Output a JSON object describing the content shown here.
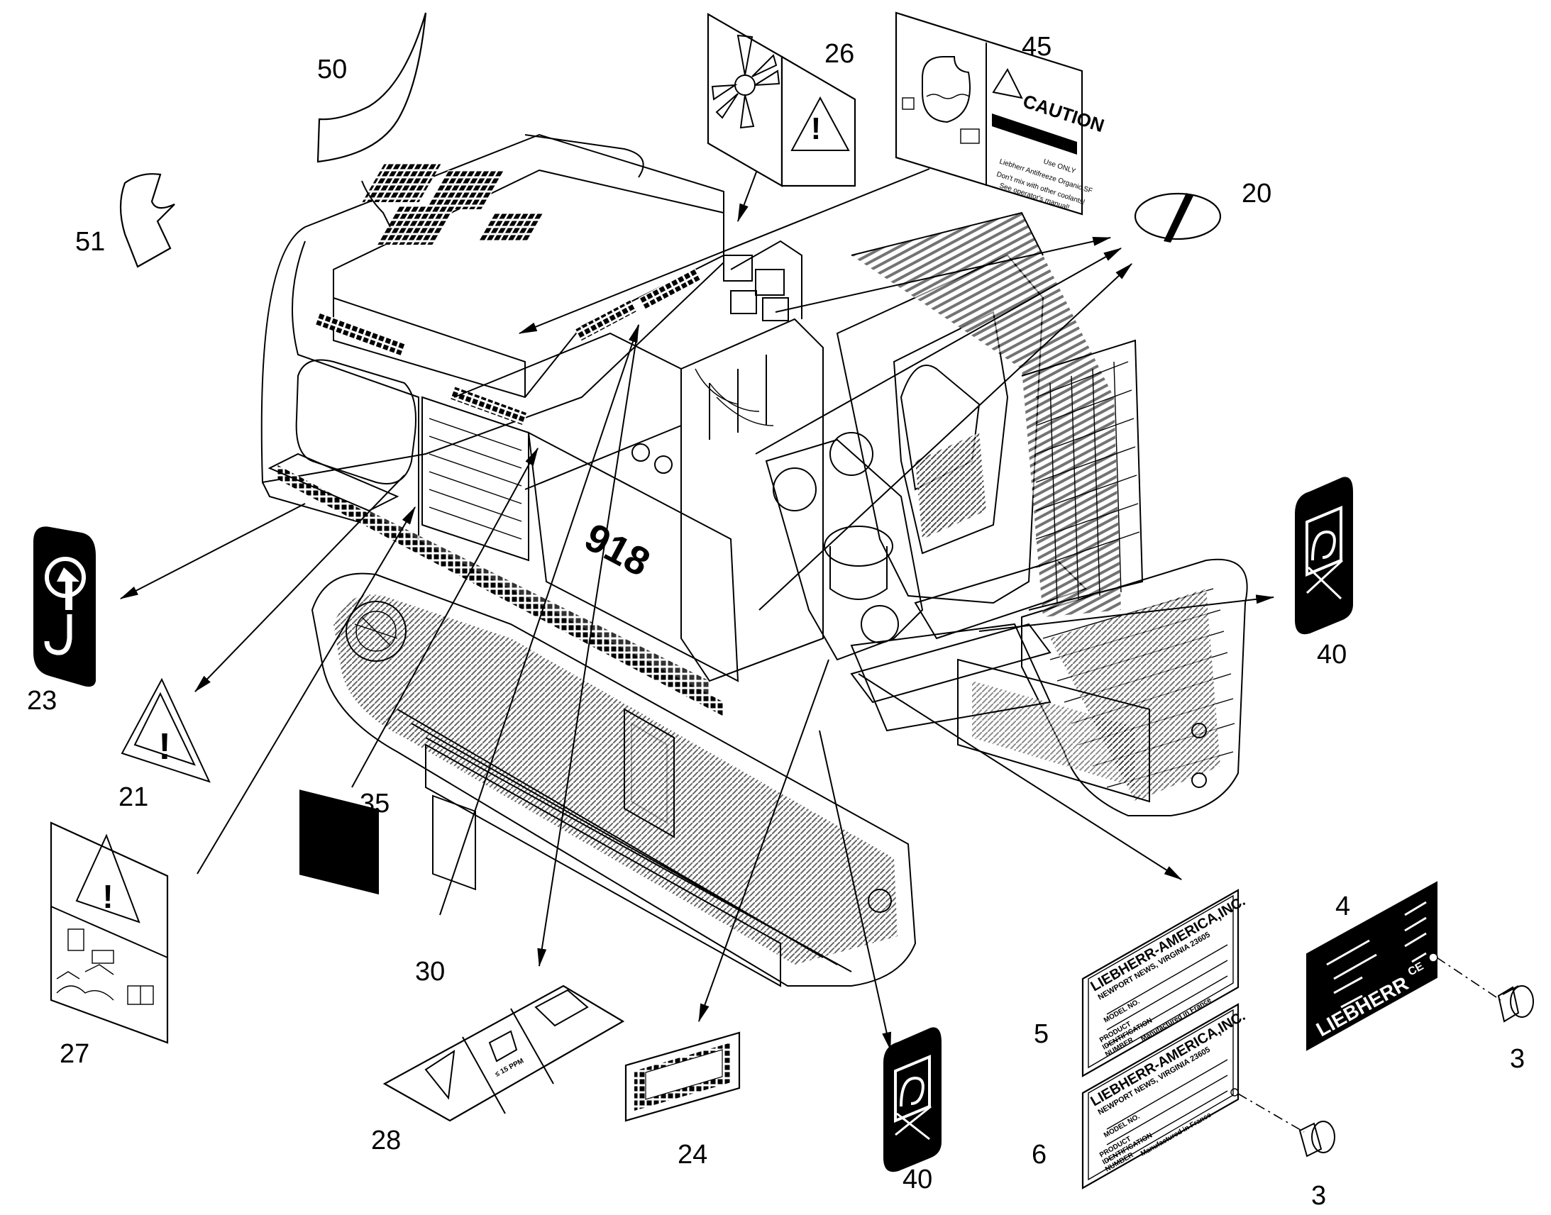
{
  "callouts": {
    "c50": "50",
    "c51": "51",
    "c26": "26",
    "c45": "45",
    "c20": "20",
    "c23": "23",
    "c21": "21",
    "c35": "35",
    "c30": "30",
    "c27": "27",
    "c28": "28",
    "c24": "24",
    "c40a": "40",
    "c40b": "40",
    "c4": "4",
    "c5": "5",
    "c6": "6",
    "c3a": "3",
    "c3b": "3"
  },
  "decal45": {
    "heading": "CAUTION",
    "line1": "Use ONLY",
    "line2": "Liebherr Antifreeze Organic SF",
    "line3": "Don't mix with other coolants!",
    "line4": "See operator's manual!"
  },
  "decal28": {
    "text": "≤ 15 PPM"
  },
  "plate5": {
    "company": "LIEBHERR-AMERICA,INC.",
    "address": "NEWPORT NEWS, VIRGINIA 23605",
    "model": "MODEL NO.",
    "product": "PRODUCT",
    "identification": "IDENTIFICATION",
    "number": "NUMBER",
    "origin": "Manufactured in France"
  },
  "plate6": {
    "company": "LIEBHERR-AMERICA,INC.",
    "address": "NEWPORT NEWS, VIRGINIA 23605",
    "model": "MODEL NO.",
    "product": "PRODUCT",
    "identification": "IDENTIFICATION",
    "number": "NUMBER",
    "origin": "Manufactured in France"
  },
  "plate4": {
    "brand": "LIEBHERR",
    "ce": "CE"
  },
  "machine": {
    "model_badge": "918"
  },
  "colors": {
    "line": "#000000",
    "paper": "#ffffff",
    "decal_dark": "#000000"
  }
}
